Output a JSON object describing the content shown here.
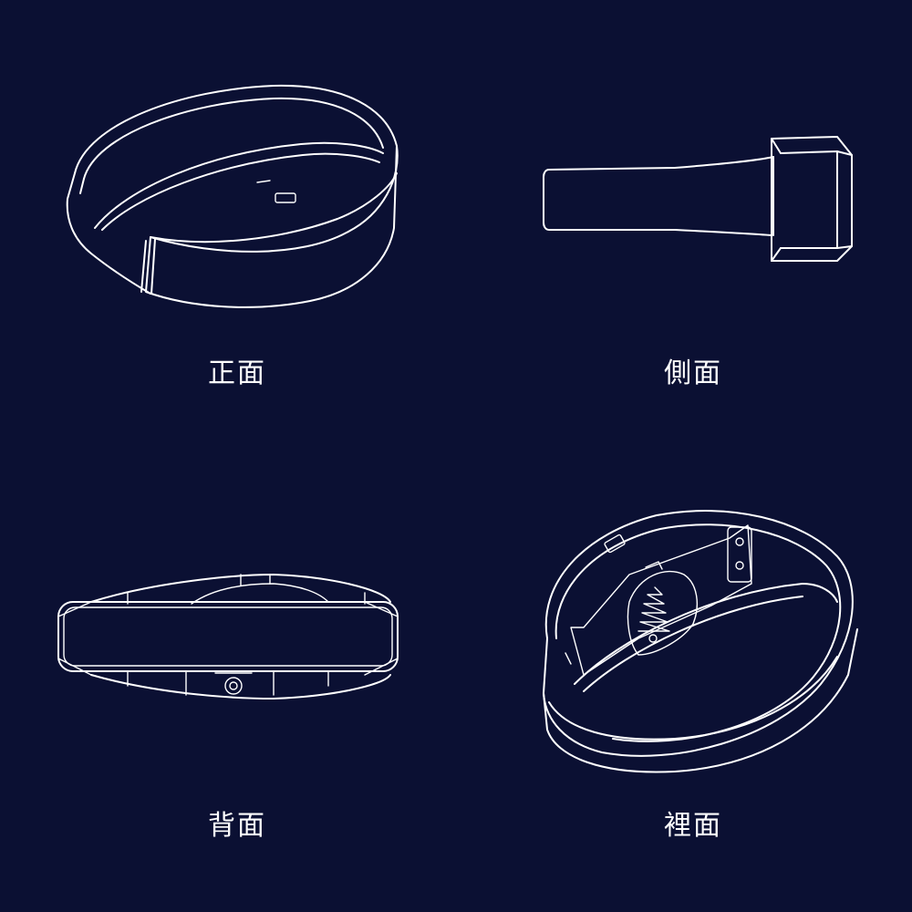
{
  "views": {
    "front": {
      "label": "正面"
    },
    "side": {
      "label": "側面"
    },
    "back": {
      "label": "背面"
    },
    "inner": {
      "label": "裡面"
    }
  },
  "colors": {
    "background": "#0b1033",
    "line": "#ffffff"
  }
}
